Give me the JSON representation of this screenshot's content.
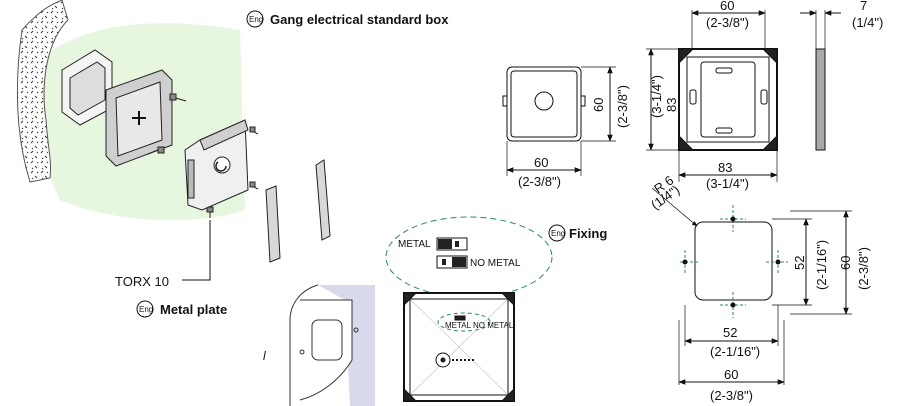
{
  "labels": {
    "eng_badge": "Eng",
    "gang_box": "Gang electrical standard box",
    "torx": "TORX 10",
    "metal_plate": "Metal plate",
    "fixing": "Fixing",
    "metal": "METAL",
    "no_metal": "NO METAL",
    "stray_glyph": "l",
    "plate_small_text": "METAL  NO METAL"
  },
  "dims": {
    "box_side_w": "60",
    "box_side_w_in": "(2-3/8\")",
    "box_side_h": "60",
    "box_side_h_in": "(2-3/8\")",
    "frame_top_w": "60",
    "frame_top_w_in": "(2-3/8\")",
    "frame_depth": "7",
    "frame_depth_in": "(1/4\")",
    "frame_h": "83",
    "frame_h_in": "(3-1/4\")",
    "frame_bottom_w": "83",
    "frame_bottom_w_in": "(3-1/4\")",
    "radius": "R 6",
    "radius_in": "(1/4\")",
    "hole_h": "52",
    "hole_h_in": "(2-1/16\")",
    "hole_outer_h": "60",
    "hole_outer_h_in": "(2-3/8\")",
    "hole_w": "52",
    "hole_w_in": "(2-1/16\")",
    "hole_outer_w": "60",
    "hole_outer_w_in": "(2-3/8\")"
  },
  "colors": {
    "green_zone": "#e6f6df",
    "lavender": "#d9d9ec",
    "dashed_green": "#2c8a5a",
    "line": "#111111"
  }
}
